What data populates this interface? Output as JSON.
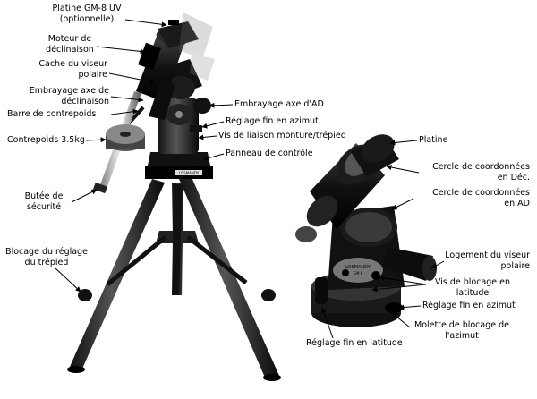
{
  "labels": {
    "platine_gm8": "Platine GM-8 UV",
    "optionnelle": "(optionnelle)",
    "moteur_dec_1": "Moteur de",
    "moteur_dec_2": "déclinaison",
    "cache_viseur_1": "Cache du viseur",
    "cache_viseur_2": "polaire",
    "embrayage_dec_1": "Embrayage axe de",
    "embrayage_dec_2": "déclinaison",
    "barre_contrepoids": "Barre de contrepoids",
    "contrepoids": "Contrepoids 3.5kg",
    "butee_1": "Butée de",
    "butee_2": "sécurité",
    "blocage_trepied_1": "Blocage du réglage",
    "blocage_trepied_2": "du trépied",
    "embrayage_ad": "Embrayage axe d'AD",
    "reglage_azimut": "Réglage fin en azimut",
    "vis_liaison": "Vis de liaison monture/trépied",
    "panneau": "Panneau de contrôle",
    "platine": "Platine",
    "cercle_dec_1": "Cercle de coordonnées",
    "cercle_dec_2": "en Déc.",
    "cercle_ad_1": "Cercle de coordonnées",
    "cercle_ad_2": "en AD",
    "logement_1": "Logement du viseur",
    "logement_2": "polaire",
    "vis_blocage_1": "Vis de blocage en",
    "vis_blocage_2": "latitude",
    "reglage_azimut_2": "Réglage fin en azimut",
    "molette_1": "Molette de blocage de",
    "molette_2": "l'azimut",
    "reglage_latitude": "Réglage fin en latitude"
  },
  "engraving": {
    "panel_brand": "LOSMANDY",
    "head_brand": "LOSMANDY",
    "head_model": "GM-8"
  }
}
